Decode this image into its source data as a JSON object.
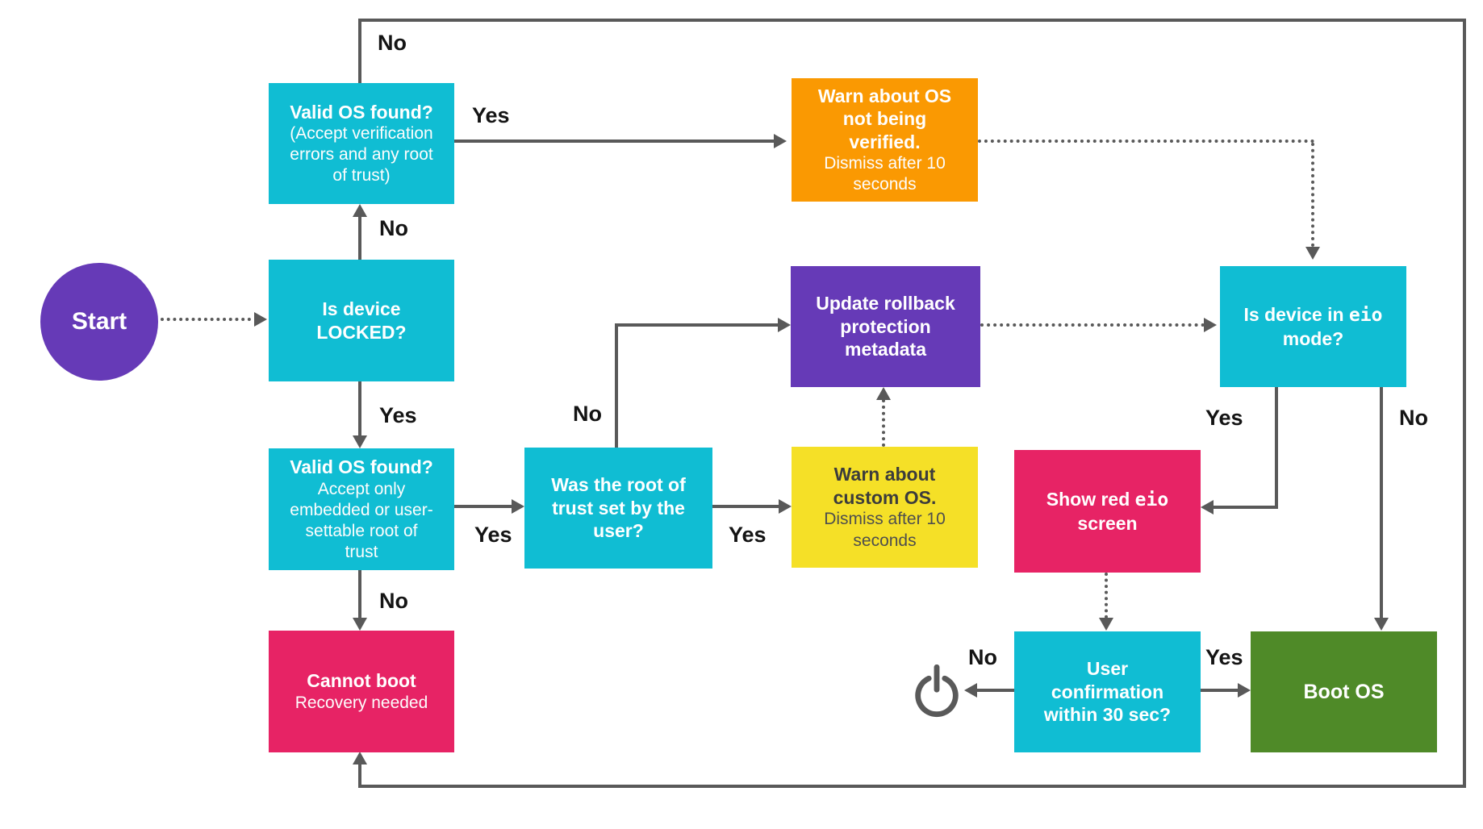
{
  "nodes": {
    "start": {
      "label": "Start"
    },
    "valid_os_any": {
      "title": "Valid OS found?",
      "subtitle": "(Accept verification errors and any root of trust)"
    },
    "warn_unverified": {
      "title": "Warn about OS not being verified.",
      "subtitle": "Dismiss after 10 seconds"
    },
    "is_locked": {
      "title": "Is device LOCKED?"
    },
    "update_rollback": {
      "title": "Update rollback protection metadata"
    },
    "is_eio_mode": {
      "title_pre": "Is device in ",
      "title_mono": "eio",
      "title_post": " mode?"
    },
    "valid_os_embedded": {
      "title": "Valid OS found?",
      "subtitle": "Accept only embedded or user-settable root of trust"
    },
    "root_of_trust": {
      "title": "Was the root of trust set by the user?"
    },
    "warn_custom": {
      "title": "Warn about custom OS.",
      "subtitle": "Dismiss after 10 seconds"
    },
    "show_red_eio": {
      "title_pre": "Show red ",
      "title_mono": "eio",
      "title_post": " screen"
    },
    "cannot_boot": {
      "title": "Cannot boot",
      "subtitle": "Recovery needed"
    },
    "user_confirmation": {
      "title": "User confirmation within 30 sec?"
    },
    "boot_os": {
      "title": "Boot OS"
    }
  },
  "edge_labels": {
    "outer_no": "No",
    "top_valid_yes": "Yes",
    "locked_no": "No",
    "locked_yes": "Yes",
    "mid_valid_yes": "Yes",
    "mid_valid_no": "No",
    "rot_no": "No",
    "rot_yes": "Yes",
    "eio_yes": "Yes",
    "eio_no": "No",
    "confirm_no": "No",
    "confirm_yes": "Yes"
  },
  "icons": {
    "power": "power-off"
  },
  "colors": {
    "cyan": "#10BDD3",
    "purple": "#663AB7",
    "orange": "#FA9902",
    "yellow": "#F5E027",
    "pink": "#E72365",
    "green": "#4F8A28",
    "line": "#595959",
    "label": "#141414"
  }
}
